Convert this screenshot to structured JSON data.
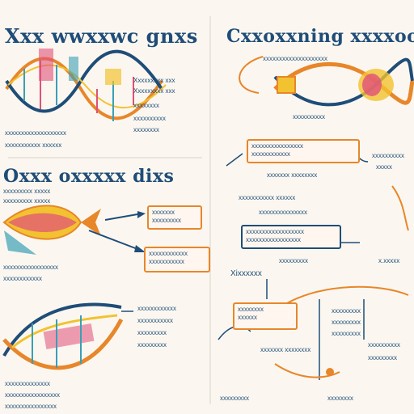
{
  "titles": {
    "top_left": "Xxx wwxxwc gnxs",
    "top_right": "Cxxoxxning xxxxoo",
    "mid_left": "Oxxx oxxxxx dixs"
  },
  "labels": {
    "tl_1": "Xxxxxxxxx xxx",
    "tl_2": "Xxxxxxxxx xxx",
    "tl_3": "xxxxxxxx",
    "tl_4": "xxxxxxxxxx",
    "tl_5": "xxxxxxxx",
    "tl_6": "xxxxxxxxxxxxxxxxxxx",
    "tl_7": "xxxxxxxxxxx xxxxxx",
    "tr_1": "xxxxxxxxxxxxxxxxxxxx",
    "tr_2": "xxxxxxxxxx",
    "tr_box1": "xxxxxxxxxxxxxxxx",
    "tr_box1b": "xxxxxxxxxxxx",
    "tr_3": "xxxxxxx xxxxxxxx",
    "tr_4": "xxxxxxxxxxx xxxxxx",
    "tr_5": "xxxxxxxxxxxxxxx",
    "tr_6": "xxxxxxxxxx",
    "tr_7": "xxxxx",
    "tr_box2": "xxxxxxxxxxxxxxxxxx",
    "tr_box2b": "xxxxxxxxxxxxxxxxx",
    "tr_8": "xxxxxxxxx",
    "tr_9": "x.xxxxx",
    "ml_1": "xxxxxxxxx xxxxx",
    "ml_2": "xxxxxxxxx xxxxx",
    "ml_box1": "xxxxxxx",
    "ml_box1b": "xxxxxxxxx",
    "ml_box2": "xxxxxxxxxxxx",
    "ml_box2b": "xxxxxxxxxxx",
    "ml_3": "xxxxxxxxxxxxxxxxx",
    "ml_4": "xxxxxxxxxxxx",
    "br_1": "Xixxxxxx",
    "br_box": "xxxxxxxx",
    "br_boxb": "xxxxxx",
    "br_2": "xxxxxxxxx",
    "br_3": "xxxxxxxxx",
    "br_4": "xxxxxxxxx",
    "br_5": "xxxxxxxxxx",
    "br_6": "xxxxxxxxx",
    "br_7": "xxxxxxx xxxxxxxx",
    "br_8": "xxxxxxxxx",
    "br_9": "xxxxxxxx",
    "bl_1": "xxxxxxxxxxxx",
    "bl_2": "xxxxxxxxxxx",
    "bl_3": "xxxxxxxxx",
    "bl_4": "xxxxxxxxx",
    "bl_5": "xxxxxxxxxxxxxx",
    "bl_6": "xxxxxxxxxxxxxxxxx",
    "bl_7": "xxxxxxxxxxxxxxxx"
  },
  "colors": {
    "navy": "#1f4d78",
    "orange": "#e8862a",
    "yellow": "#f2c230",
    "pink": "#e0507a",
    "teal": "#3a9fb5"
  }
}
